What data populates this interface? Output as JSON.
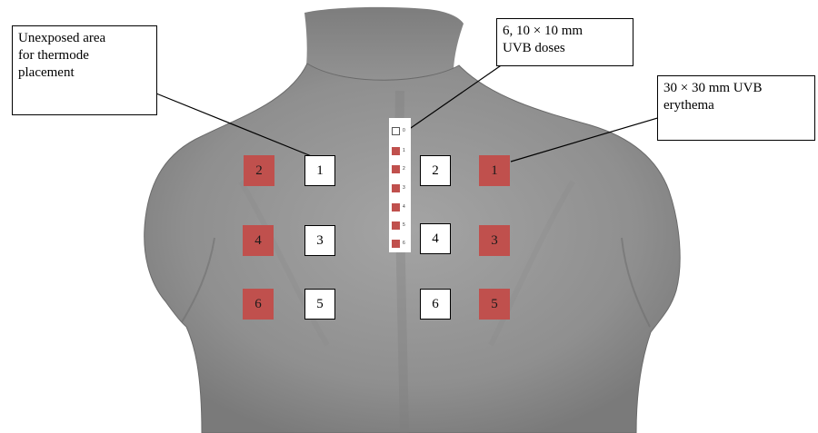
{
  "callouts": {
    "thermode": [
      "Unexposed area",
      "for thermode",
      "placement"
    ],
    "doses": [
      "6, 10 × 10 mm",
      "UVB doses"
    ],
    "erythema": [
      "30 × 30 mm UVB",
      "erythema"
    ]
  },
  "sites": {
    "left_red": [
      "2",
      "4",
      "6"
    ],
    "left_unexposed": [
      "1",
      "3",
      "5"
    ],
    "right_unexposed": [
      "2",
      "4",
      "6"
    ],
    "right_red": [
      "1",
      "3",
      "5"
    ]
  },
  "dose_strip": [
    "0",
    "1",
    "2",
    "3",
    "4",
    "5",
    "6"
  ],
  "colors": {
    "erythema_fill": "#c0504d",
    "skin": "#9a9a9a",
    "outline": "#000000"
  }
}
